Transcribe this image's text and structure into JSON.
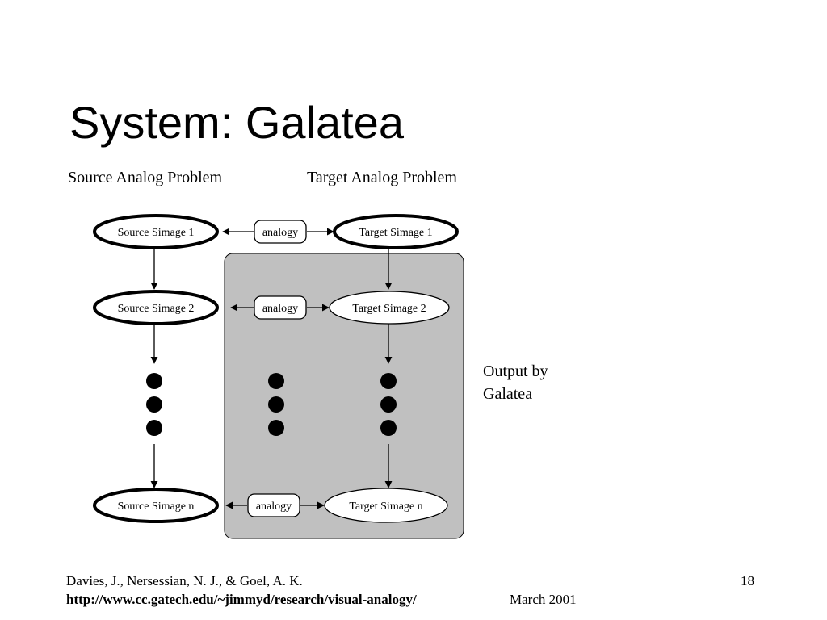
{
  "slide": {
    "title": "System: Galatea",
    "page_number": "18"
  },
  "diagram": {
    "column_headers": {
      "source": "Source Analog Problem",
      "target": "Target Analog Problem"
    },
    "source_nodes": [
      "Source Simage 1",
      "Source Simage 2",
      "Source Simage n"
    ],
    "target_nodes": [
      "Target Simage 1",
      "Target Simage 2",
      "Target Simage n"
    ],
    "link_labels": [
      "analogy",
      "analogy",
      "analogy"
    ],
    "output_label_lines": [
      "Output by",
      "Galatea"
    ],
    "colors": {
      "output_region": "#c0c0c0",
      "stroke": "#000000",
      "node_fill": "#ffffff",
      "dots": "#000000"
    }
  },
  "footer": {
    "citation": "Davies, J., Nersessian, N. J., & Goel, A. K.",
    "url": "http://www.cc.gatech.edu/~jimmyd/research/visual-analogy/",
    "date": "March 2001"
  }
}
